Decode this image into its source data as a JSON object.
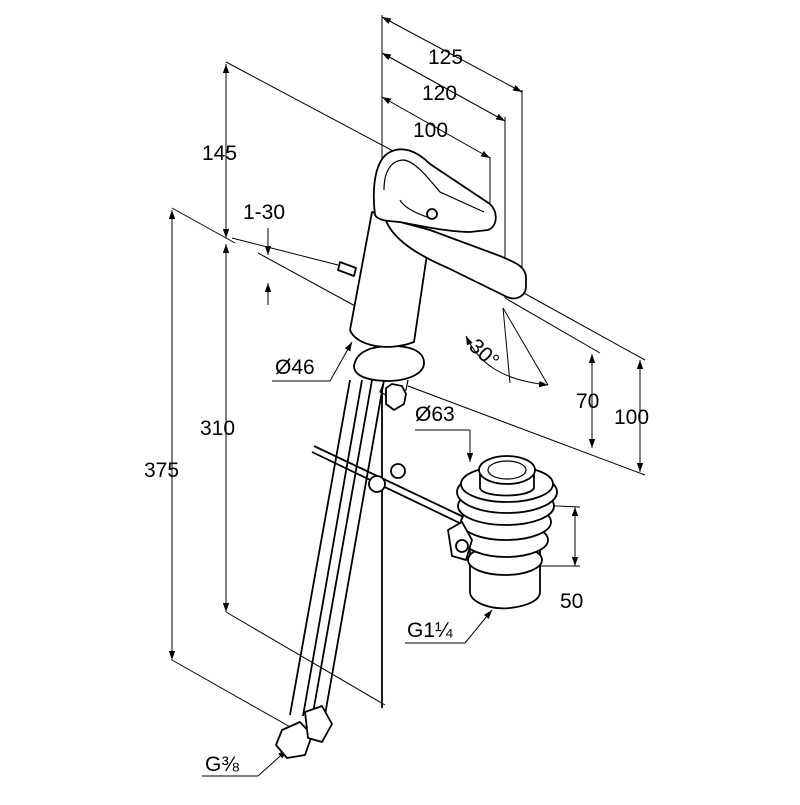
{
  "colors": {
    "line": "#000000",
    "background": "#ffffff"
  },
  "dimensions": {
    "d125": "125",
    "d120": "120",
    "d100_top": "100",
    "d145": "145",
    "d1_30": "1-30",
    "d30deg": "30°",
    "d46": "Ø46",
    "d63": "Ø63",
    "d70": "70",
    "d100_right": "100",
    "d310": "310",
    "d375": "375",
    "d50": "50",
    "g114": "G1¼",
    "g38": "G⅜"
  }
}
